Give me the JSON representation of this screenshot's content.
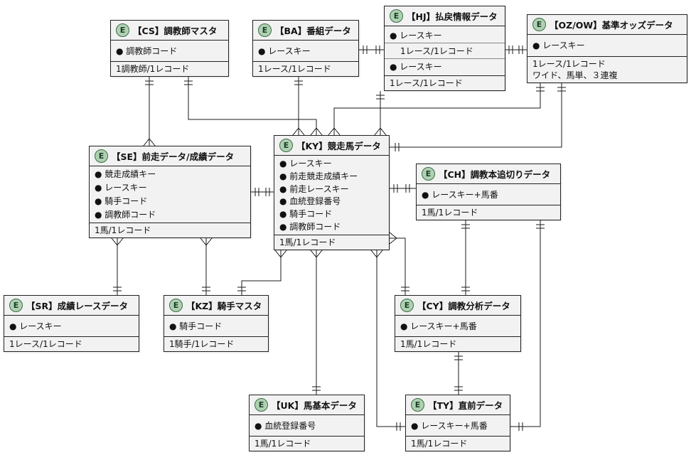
{
  "diagram": {
    "badge_letter": "E",
    "entities": [
      {
        "id": "CS",
        "title": "【CS】調教師マスタ",
        "attrs": [
          "● 調教師コード"
        ],
        "footer": [
          "1調教師/1レコード"
        ]
      },
      {
        "id": "BA",
        "title": "【BA】番組データ",
        "attrs": [
          "● レースキー"
        ],
        "footer": [
          "1レース/1レコード"
        ]
      },
      {
        "id": "HJ",
        "title": "【HJ】払戻情報データ",
        "attrs": [
          "● レースキー",
          "1レース/1レコード",
          "● レースキー"
        ],
        "footer": [
          "1レース/1レコード"
        ]
      },
      {
        "id": "OZ/OW",
        "title": "【OZ/OW】基準オッズデータ",
        "attrs": [
          "● レースキー"
        ],
        "footer": [
          "1レース/1レコード",
          "ワイド、馬単、３連複"
        ]
      },
      {
        "id": "SE",
        "title": "【SE】前走データ/成績データ",
        "attrs": [
          "● 競走成績キー",
          "● レースキー",
          "● 騎手コード",
          "● 調教師コード"
        ],
        "footer": [
          "1馬/1レコード"
        ]
      },
      {
        "id": "KY",
        "title": "【KY】競走馬データ",
        "attrs": [
          "● レースキー",
          "● 前走競走成績キー",
          "● 前走レースキー",
          "● 血統登録番号",
          "● 騎手コード",
          "● 調教師コード"
        ],
        "footer": [
          "1馬/1レコード"
        ]
      },
      {
        "id": "CH",
        "title": "【CH】調教本追切りデータ",
        "attrs": [
          "● レースキー+馬番"
        ],
        "footer": [
          "1馬/1レコード"
        ]
      },
      {
        "id": "SR",
        "title": "【SR】成績レースデータ",
        "attrs": [
          "● レースキー"
        ],
        "footer": [
          "1レース/1レコード"
        ]
      },
      {
        "id": "KZ",
        "title": "【KZ】騎手マスタ",
        "attrs": [
          "● 騎手コード"
        ],
        "footer": [
          "1騎手/1レコード"
        ]
      },
      {
        "id": "CY",
        "title": "【CY】調教分析データ",
        "attrs": [
          "● レースキー+馬番"
        ],
        "footer": [
          "1馬/1レコード"
        ]
      },
      {
        "id": "UK",
        "title": "【UK】馬基本データ",
        "attrs": [
          "● 血統登録番号"
        ],
        "footer": [
          "1馬/1レコード"
        ]
      },
      {
        "id": "TY",
        "title": "【TY】直前データ",
        "attrs": [
          "● レースキー+馬番"
        ],
        "footer": [
          "1馬/1レコード"
        ]
      }
    ]
  },
  "colors": {
    "badge_bg": "#ADD1B2",
    "badge_border": "#3d6b45",
    "box_bg": "#F2F2F2",
    "box_border": "#222222",
    "line_color": "#1a1a1a"
  }
}
